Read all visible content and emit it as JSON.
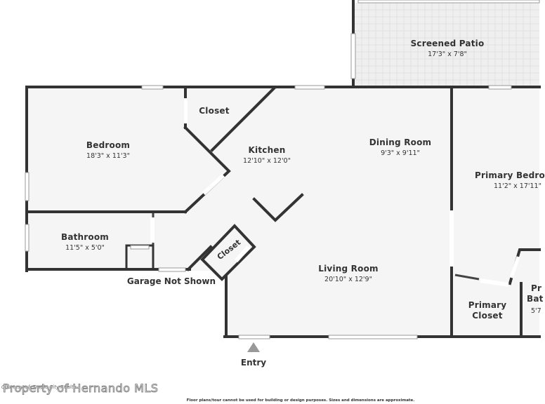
{
  "rooms": {
    "screened_patio": {
      "name": "Screened Patio",
      "dim": "17'3\" x 7'8\""
    },
    "closet_top": {
      "name": "Closet"
    },
    "bedroom": {
      "name": "Bedroom",
      "dim": "18'3\" x 11'3\""
    },
    "kitchen": {
      "name": "Kitchen",
      "dim": "12'10\" x 12'0\""
    },
    "dining_room": {
      "name": "Dining Room",
      "dim": "9'3\" x 9'11\""
    },
    "primary_bedroom": {
      "name": "Primary Bedro",
      "dim": "11'2\" x 17'11\""
    },
    "bathroom": {
      "name": "Bathroom",
      "dim": "11'5\" x 5'0\""
    },
    "closet_angled": {
      "name": "Closet"
    },
    "living_room": {
      "name": "Living Room",
      "dim": "20'10\" x 12'9\""
    },
    "primary_closet": {
      "name_line1": "Primary",
      "name_line2": "Closet"
    },
    "primary_bath": {
      "name_line1": "Pr",
      "name_line2": "Bat",
      "dim": "5'7"
    }
  },
  "notes": {
    "garage": "Garage Not Shown",
    "entry": "Entry"
  },
  "disclaimer": "Floor plans/tour cannot be used for building or design purposes. Sizes and dimensions are approximate.",
  "watermark": "Property of Hernando MLS",
  "watermark_small": "Courtesy of: Tropic City Realty"
}
